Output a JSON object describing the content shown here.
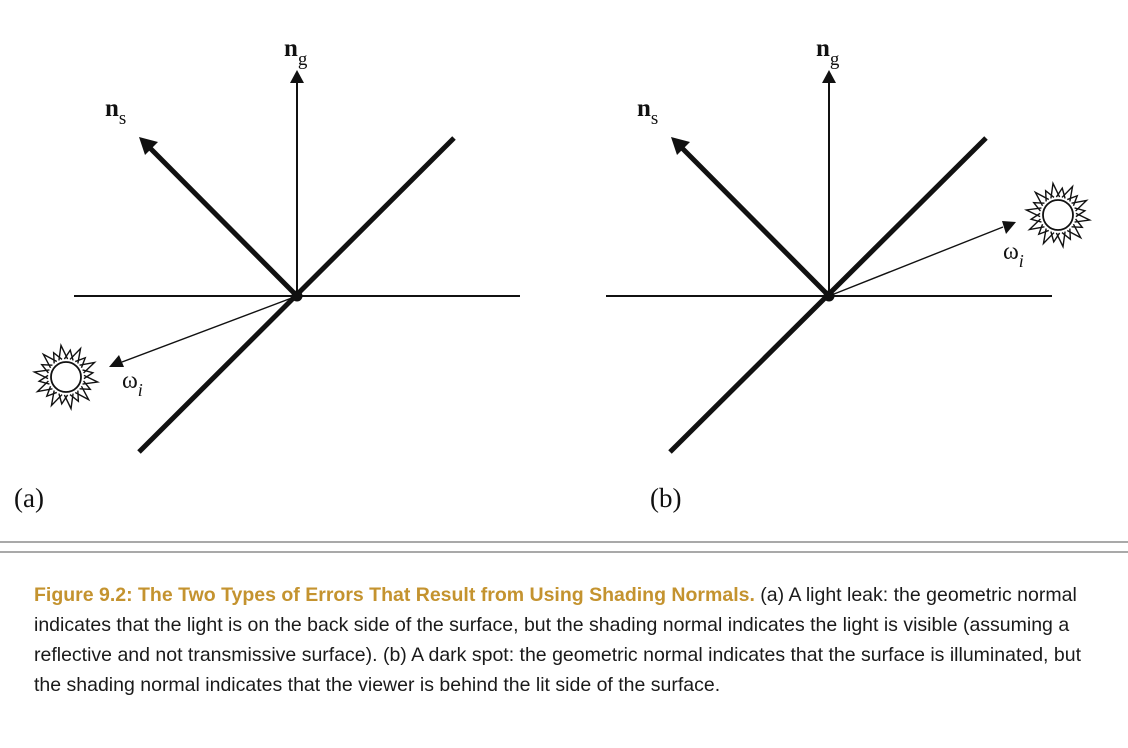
{
  "labels": {
    "normal_geometric": "n",
    "normal_geometric_sub": "g",
    "normal_shading": "n",
    "normal_shading_sub": "s",
    "incident_dir": "ω",
    "incident_dir_sub": "i",
    "panel_a": "(a)",
    "panel_b": "(b)"
  },
  "icons": {
    "light": "sun-icon"
  },
  "colors": {
    "ink": "#111111",
    "caption_title": "#c4932f",
    "rule": "#a9a9a9"
  },
  "caption": {
    "title": "Figure 9.2: The Two Types of Errors That Result from Using Shading Normals.",
    "body": " (a) A light leak: the geometric normal indicates that the light is on the back side of the surface, but the shading normal indicates the light is visible (assuming a reflective and not transmissive surface). (b) A dark spot: the geometric normal indicates that the surface is illuminated, but the shading normal indicates that the viewer is behind the lit side of the surface."
  }
}
